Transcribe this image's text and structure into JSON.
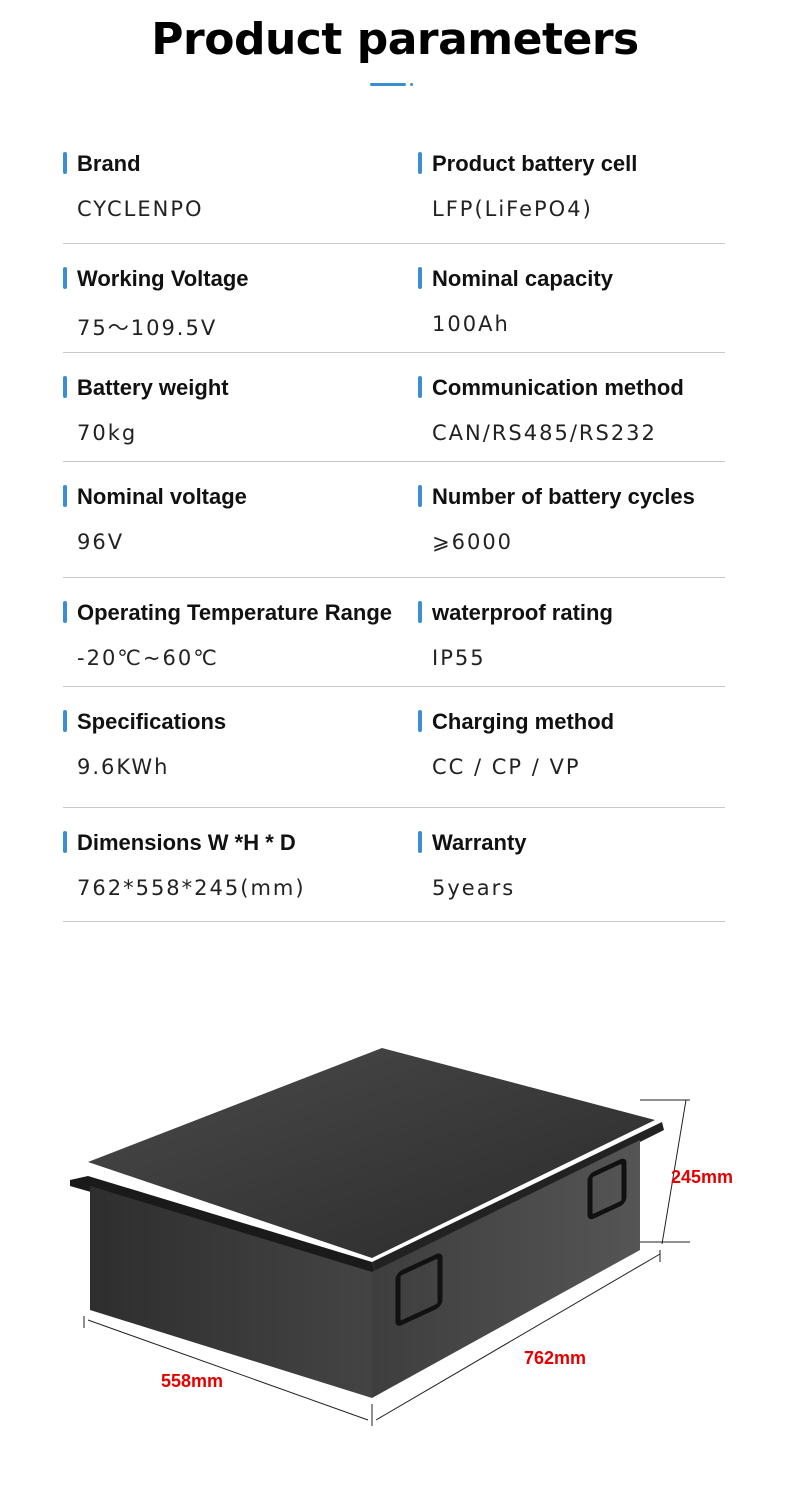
{
  "title": "Product parameters",
  "accent_color": "#3a8fd4",
  "params": [
    [
      {
        "label": "Brand",
        "value": "CYCLENPO"
      },
      {
        "label": "Product battery cell",
        "value": "LFP(LiFePO4)"
      }
    ],
    [
      {
        "label": "Working Voltage",
        "value": "75～109.5V"
      },
      {
        "label": "Nominal capacity",
        "value": "100Ah"
      }
    ],
    [
      {
        "label": "Battery weight",
        "value": "70kg"
      },
      {
        "label": "Communication method",
        "value": "CAN/RS485/RS232"
      }
    ],
    [
      {
        "label": "Nominal voltage",
        "value": "96V"
      },
      {
        "label": "Number of battery cycles",
        "value": "⩾6000"
      }
    ],
    [
      {
        "label": "Operating Temperature Range",
        "value": "-20℃~60℃"
      },
      {
        "label": "waterproof rating",
        "value": "IP55"
      }
    ],
    [
      {
        "label": "Specifications",
        "value": "9.6KWh"
      },
      {
        "label": "Charging method",
        "value": "CC / CP / VP"
      }
    ],
    [
      {
        "label": "Dimensions W *H * D",
        "value": "762*558*245(mm)"
      },
      {
        "label": "Warranty",
        "value": "5years"
      }
    ]
  ],
  "dimensions": {
    "height": "245mm",
    "length": "762mm",
    "width": "558mm"
  },
  "dimension_color": "#e60000"
}
